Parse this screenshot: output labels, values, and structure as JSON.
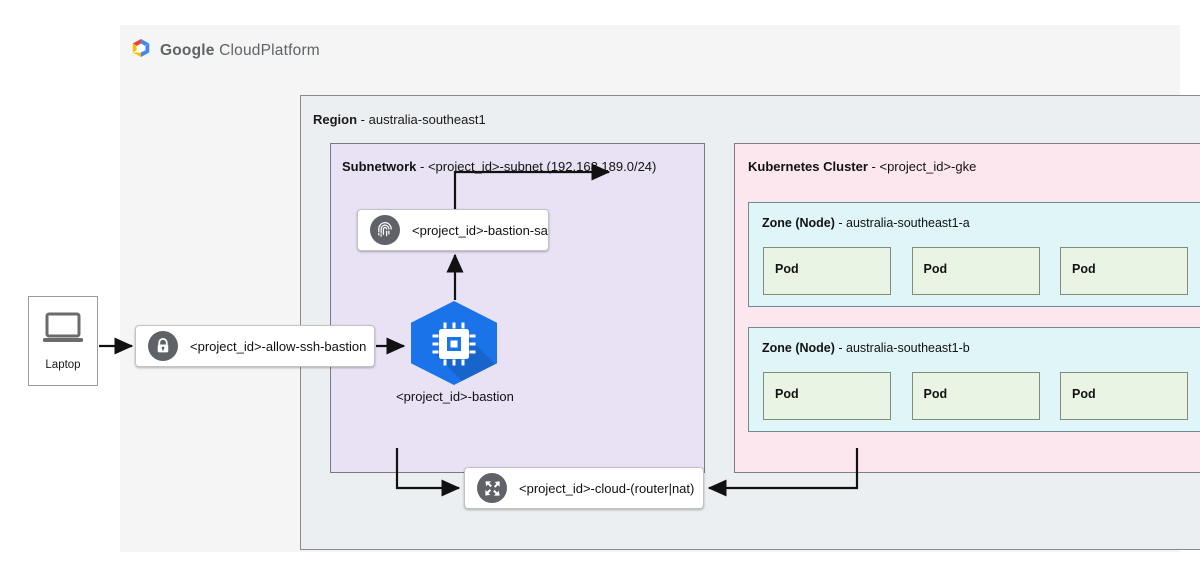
{
  "header": {
    "logo_icon": "google-cloud-hexagon-icon",
    "brand_google": "Google",
    "brand_cloud": " Cloud",
    "brand_platform": "Platform",
    "brand_full": "Google Cloud Platform"
  },
  "region": {
    "label": "Region",
    "separator": " - ",
    "value": "australia-southeast1"
  },
  "subnetwork": {
    "label": "Subnetwork",
    "separator": " - ",
    "value": "<project_id>-subnet (192.168.189.0/24)",
    "fill_color": "#e8e2f4"
  },
  "cluster": {
    "label": "Kubernetes Cluster",
    "separator": " - ",
    "value": "<project_id>-gke",
    "fill_color": "#fde7ee",
    "zones": [
      {
        "label": "Zone (Node)",
        "separator": " - ",
        "value": "australia-southeast1-a",
        "fill_color": "#e0f5f8",
        "pods": [
          "Pod",
          "Pod",
          "Pod"
        ]
      },
      {
        "label": "Zone (Node)",
        "separator": " - ",
        "value": "australia-southeast1-b",
        "fill_color": "#e0f5f8",
        "pods": [
          "Pod",
          "Pod",
          "Pod"
        ]
      }
    ],
    "pod_fill_color": "#eaf4e4"
  },
  "nodes": {
    "laptop": {
      "label": "Laptop",
      "icon": "laptop-icon"
    },
    "firewall_rule": {
      "label": "<project_id>-allow-ssh-bastion",
      "icon": "lock-icon",
      "icon_color": "#5f6368"
    },
    "bastion_service_account": {
      "label": "<project_id>-bastion-sa",
      "icon": "fingerprint-icon",
      "icon_color": "#5f6368"
    },
    "bastion_vm": {
      "label": "<project_id>-bastion",
      "icon": "compute-engine-icon",
      "icon_color": "#1a73e8"
    },
    "cloud_router_nat": {
      "label": "<project_id>-cloud-(router|nat)",
      "icon": "cloud-nat-arrows-icon",
      "icon_color": "#5f6368"
    }
  },
  "connections": [
    {
      "from": "laptop",
      "to": "firewall_rule"
    },
    {
      "from": "firewall_rule",
      "to": "bastion_vm"
    },
    {
      "from": "bastion_vm",
      "to": "bastion_service_account"
    },
    {
      "from": "bastion_service_account",
      "to": "cluster"
    },
    {
      "from": "subnetwork",
      "to": "cloud_router_nat"
    },
    {
      "from": "cluster",
      "to": "cloud_router_nat"
    }
  ]
}
